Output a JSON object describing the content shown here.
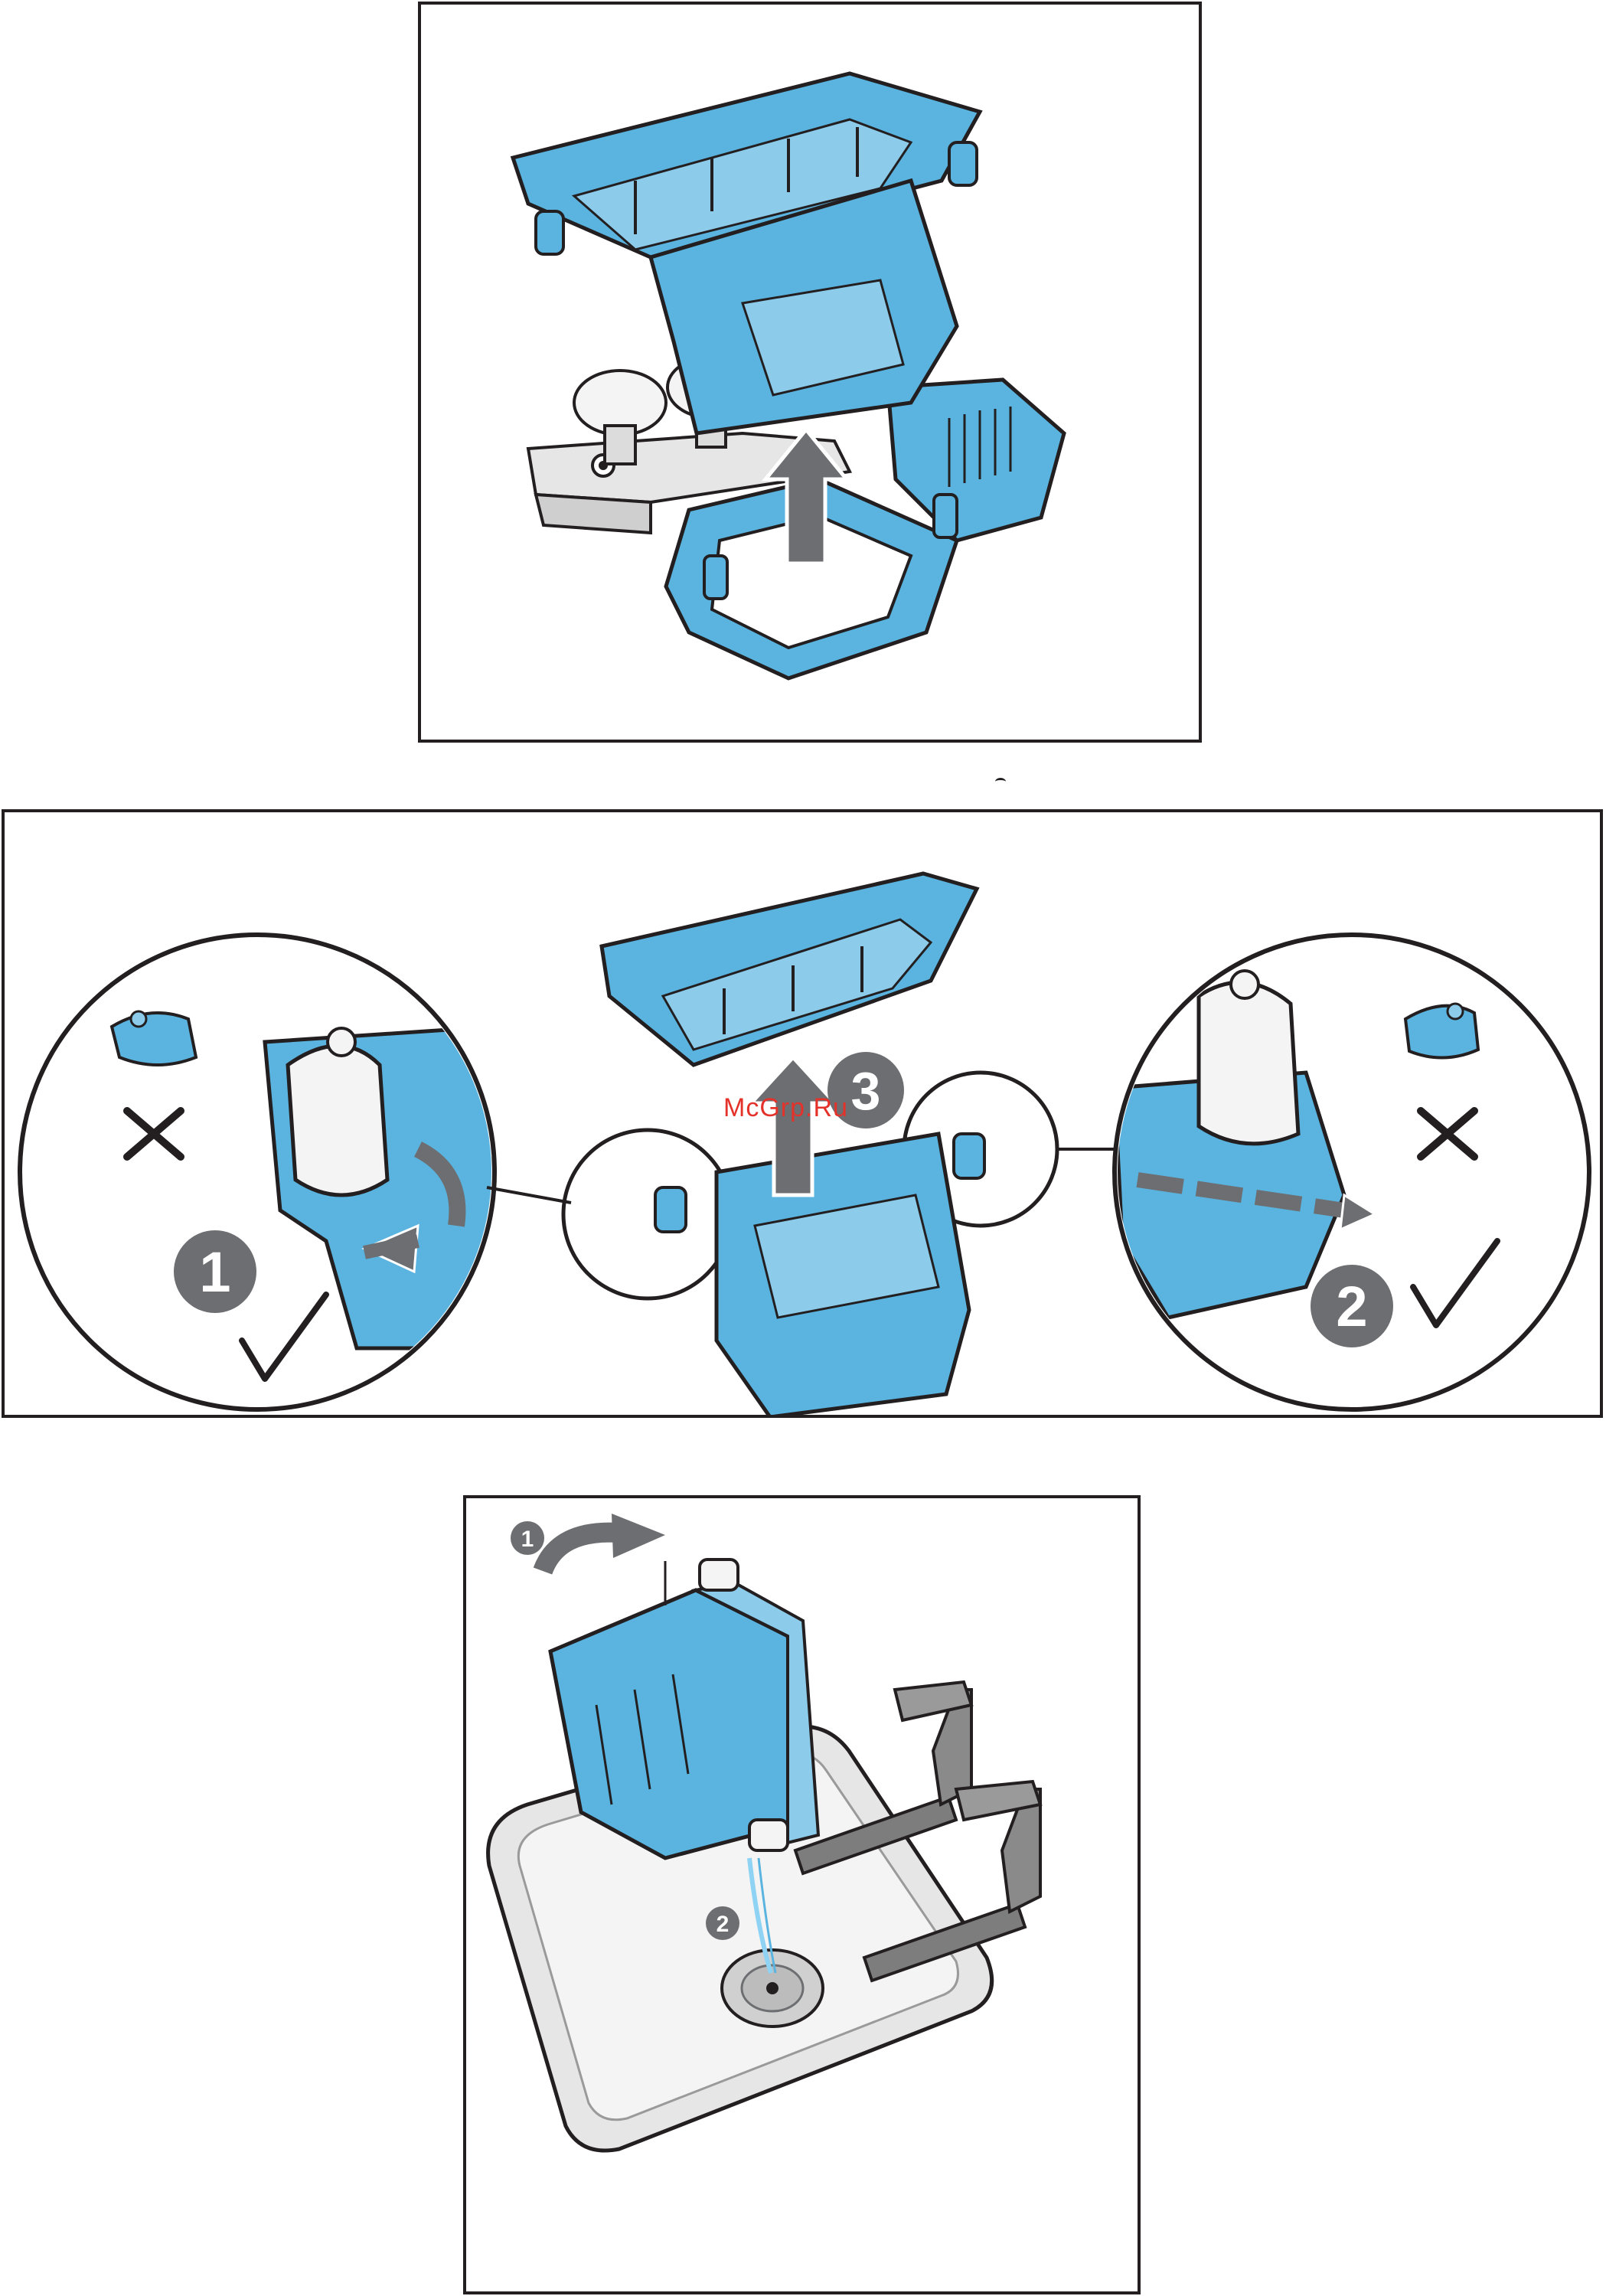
{
  "panels": [
    {
      "id": "remove-upper-frame"
    },
    {
      "id": "release-clips",
      "steps": [
        {
          "number": "1"
        },
        {
          "number": "2"
        },
        {
          "number": "3"
        }
      ],
      "marks": {
        "wrong": "cross-icon",
        "right": "check-icon"
      }
    },
    {
      "id": "empty-in-sink",
      "steps": [
        {
          "number": "1"
        },
        {
          "number": "2"
        }
      ]
    }
  ],
  "watermark": "McGrp.Ru",
  "colors": {
    "part_blue": "#5ab4df",
    "part_outline": "#231f20",
    "step_badge": "#6d6e71",
    "arrow_grey": "#6d6e71",
    "sink": "#e6e6e6",
    "faucet": "#7d7d7d",
    "water": "#8fd3f4"
  }
}
